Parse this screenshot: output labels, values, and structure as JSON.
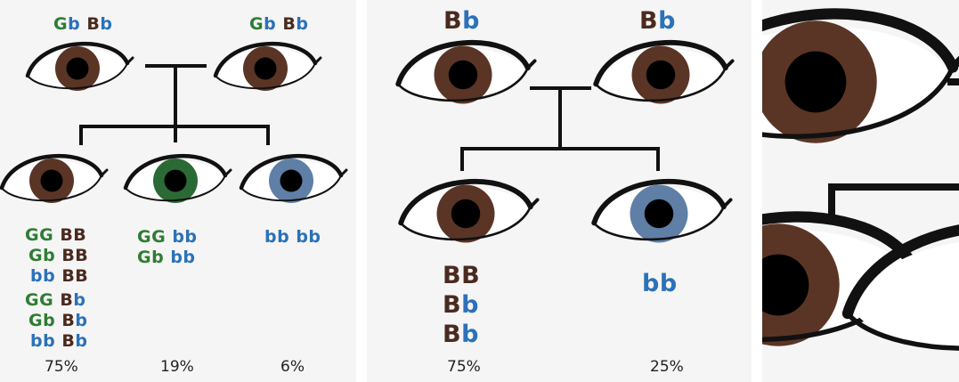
{
  "colors": {
    "brown_iris": "#5a3526",
    "green_iris": "#2b6a34",
    "blue_iris": "#5f7fa6",
    "allele_B": "#4a2a1f",
    "allele_G": "#2e7d32",
    "allele_b": "#2b72b8"
  },
  "panel1": {
    "parents": [
      {
        "genotype": [
          {
            "t": "G",
            "c": "G"
          },
          {
            "t": "b",
            "c": "b"
          },
          {
            "t": " ",
            "c": "b"
          },
          {
            "t": "B",
            "c": "B"
          },
          {
            "t": "b",
            "c": "b"
          }
        ],
        "iris": "brown"
      },
      {
        "genotype": [
          {
            "t": "G",
            "c": "G"
          },
          {
            "t": "b",
            "c": "b"
          },
          {
            "t": " ",
            "c": "b"
          },
          {
            "t": "B",
            "c": "B"
          },
          {
            "t": "b",
            "c": "b"
          }
        ],
        "iris": "brown"
      }
    ],
    "children": [
      {
        "iris": "brown",
        "percent": "75%",
        "genotypes": [
          [
            {
              "t": "GG",
              "c": "G"
            },
            {
              "t": " ",
              "c": "b"
            },
            {
              "t": "BB",
              "c": "B"
            }
          ],
          [
            {
              "t": "Gb",
              "c": "G"
            },
            {
              "t": " ",
              "c": "b"
            },
            {
              "t": "BB",
              "c": "B"
            }
          ],
          [
            {
              "t": "bb",
              "c": "b"
            },
            {
              "t": " ",
              "c": "b"
            },
            {
              "t": "BB",
              "c": "B"
            }
          ],
          [
            {
              "t": "GG",
              "c": "G"
            },
            {
              "t": " ",
              "c": "b"
            },
            {
              "t": "B",
              "c": "B"
            },
            {
              "t": "b",
              "c": "b"
            }
          ],
          [
            {
              "t": "Gb",
              "c": "G"
            },
            {
              "t": " ",
              "c": "b"
            },
            {
              "t": "B",
              "c": "B"
            },
            {
              "t": "b",
              "c": "b"
            }
          ],
          [
            {
              "t": "bb",
              "c": "b"
            },
            {
              "t": " ",
              "c": "b"
            },
            {
              "t": "B",
              "c": "B"
            },
            {
              "t": "b",
              "c": "b"
            }
          ]
        ]
      },
      {
        "iris": "green",
        "percent": "19%",
        "genotypes": [
          [
            {
              "t": "GG",
              "c": "G"
            },
            {
              "t": " bb",
              "c": "b"
            }
          ],
          [
            {
              "t": "Gb",
              "c": "G"
            },
            {
              "t": " bb",
              "c": "b"
            }
          ]
        ]
      },
      {
        "iris": "blue",
        "percent": "6%",
        "genotypes": [
          [
            {
              "t": "bb bb",
              "c": "b"
            }
          ]
        ]
      }
    ]
  },
  "panel2": {
    "parents": [
      {
        "genotype": [
          {
            "t": "B",
            "c": "B"
          },
          {
            "t": "b",
            "c": "b"
          }
        ],
        "iris": "brown"
      },
      {
        "genotype": [
          {
            "t": "B",
            "c": "B"
          },
          {
            "t": "b",
            "c": "b"
          }
        ],
        "iris": "brown"
      }
    ],
    "children": [
      {
        "iris": "brown",
        "percent": "75%",
        "genotypes": [
          [
            {
              "t": "BB",
              "c": "B"
            }
          ],
          [
            {
              "t": "B",
              "c": "B"
            },
            {
              "t": "b",
              "c": "b"
            }
          ],
          [
            {
              "t": "B",
              "c": "B"
            },
            {
              "t": "b",
              "c": "b"
            }
          ]
        ]
      },
      {
        "iris": "blue",
        "percent": "25%",
        "genotypes": [
          [
            {
              "t": "bb",
              "c": "b"
            }
          ]
        ]
      }
    ]
  }
}
